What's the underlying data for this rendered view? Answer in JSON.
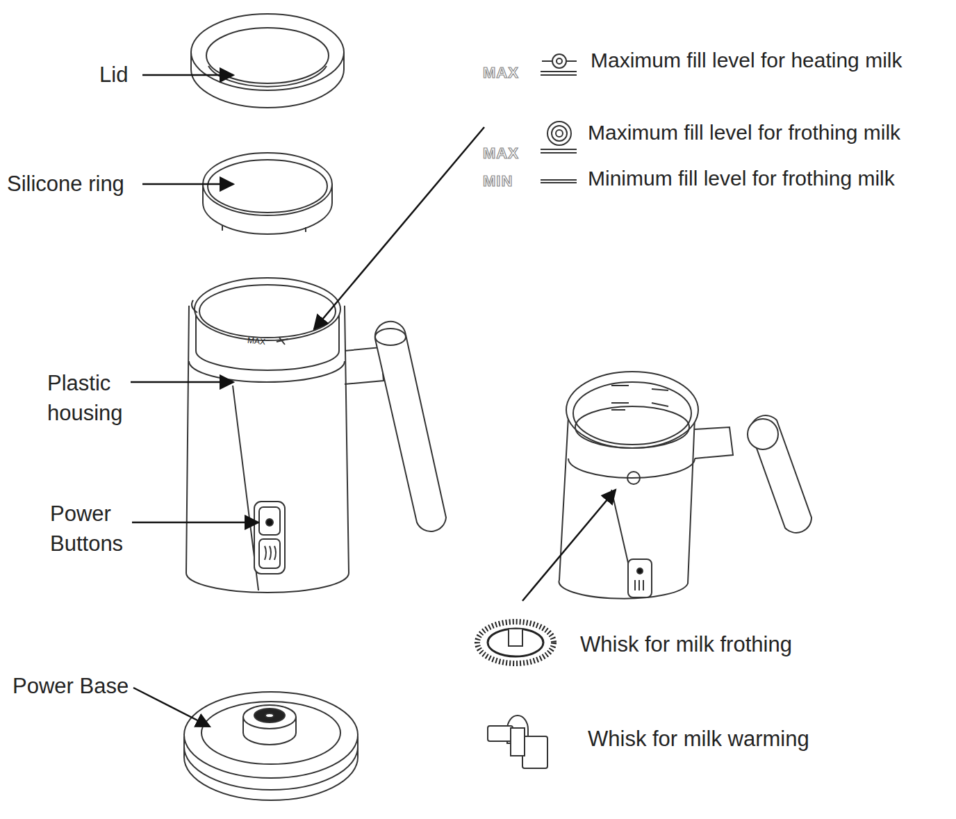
{
  "diagram": {
    "labels": [
      "Lid",
      "Silicone ring",
      "Plastic housing",
      "Power Buttons",
      "Power Base",
      "MAX",
      "MAX",
      "MAX",
      "MIN",
      "Whisk for milk frothing",
      "Whisk for milk warming"
    ],
    "legend": [
      {
        "text": "Maximum fill level for heating milk"
      },
      {
        "text": "Maximum fill level for frothing milk"
      },
      {
        "text": "Minimum fill level for frothing milk"
      }
    ]
  }
}
